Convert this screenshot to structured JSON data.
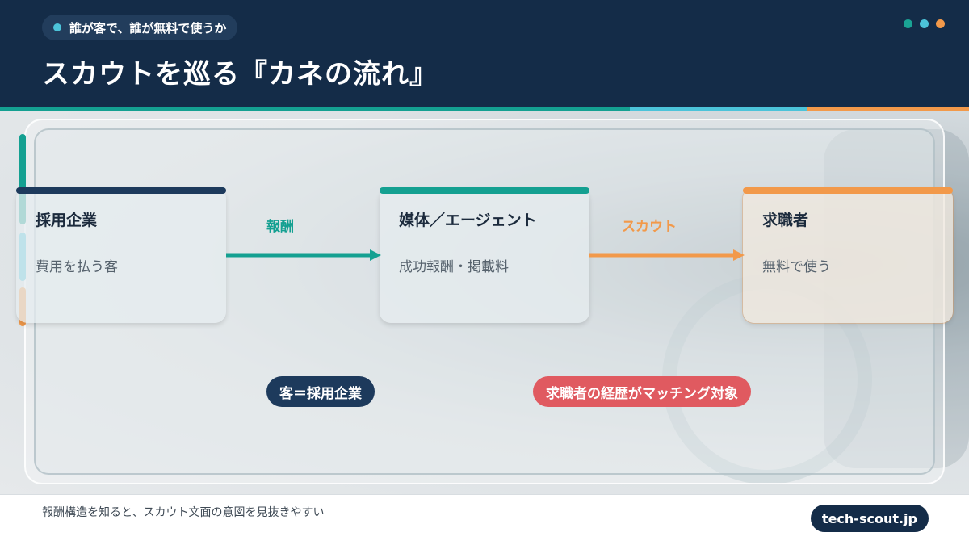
{
  "header": {
    "pill_label": "誰が客で、誰が無料で使うか",
    "title": "スカウトを巡る『カネの流れ』",
    "dot_colors": [
      "#1aa394",
      "#4cc3d9",
      "#f2994a"
    ]
  },
  "colors": {
    "navy": "#142c48",
    "teal": "#14a091",
    "sky": "#4cc3d9",
    "orange": "#f2994a",
    "red": "#e05a60"
  },
  "flow": {
    "nodes": [
      {
        "title": "採用企業",
        "subtitle": "費用を払う客",
        "accent": "#1d3a5c"
      },
      {
        "title": "媒体／エージェント",
        "subtitle": "成功報酬・掲載料",
        "accent": "#14a091"
      },
      {
        "title": "求職者",
        "subtitle": "無料で使う",
        "accent": "#f2994a"
      }
    ],
    "edges": [
      {
        "label": "報酬",
        "color": "#14a091"
      },
      {
        "label": "スカウト",
        "color": "#f2994a"
      }
    ]
  },
  "tags": [
    {
      "label": "客＝採用企業",
      "color": "#1d3a5c"
    },
    {
      "label": "求職者の経歴がマッチング対象",
      "color": "#e05a60"
    }
  ],
  "footer": {
    "note": "報酬構造を知ると、スカウト文面の意図を見抜きやすい",
    "site": "tech-scout.jp"
  }
}
